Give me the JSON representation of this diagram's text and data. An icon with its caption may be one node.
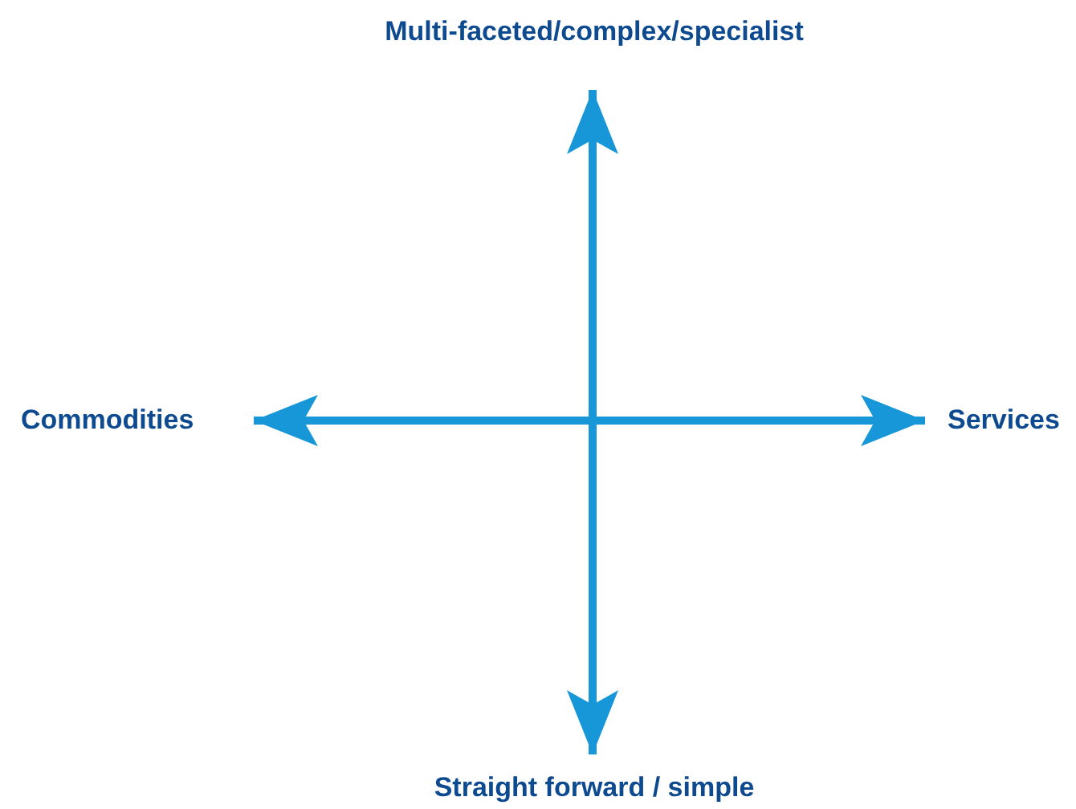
{
  "diagram": {
    "nodes": [
      {
        "text": [
          "Multi-faceted/complex/specialist"
        ]
      },
      {
        "text": [
          "Commodities"
        ]
      },
      {
        "text": [
          "Services"
        ]
      },
      {
        "text": [
          "Straight forward / simple"
        ]
      }
    ],
    "edges": [
      {
        "from": 1,
        "to": 2,
        "arrow": "both"
      },
      {
        "from": 0,
        "to": 3,
        "arrow": "both"
      }
    ]
  }
}
